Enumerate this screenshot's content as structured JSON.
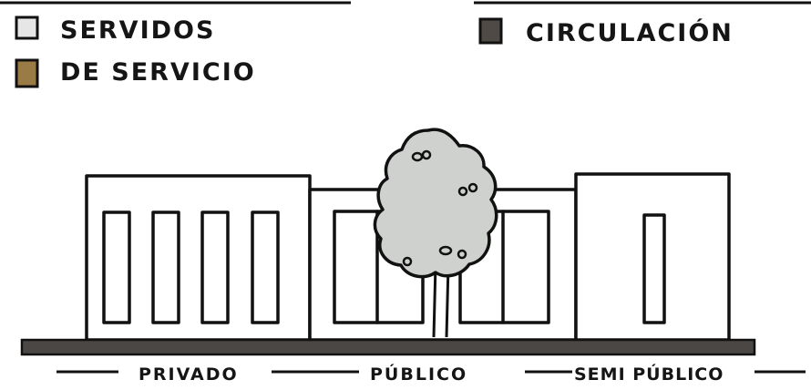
{
  "legend": {
    "items": [
      {
        "label": "SERVIDOS",
        "color": "#e6e6e6"
      },
      {
        "label": "DE SERVICIO",
        "color": "#9a7a45"
      },
      {
        "label": "CIRCULACIÓN",
        "color": "#4f4a45"
      }
    ]
  },
  "zones": {
    "private_label": "PRIVADO",
    "public_label": "PÚBLICO",
    "semi_public_label": "SEMI PÚBLICO"
  },
  "colors": {
    "ink": "#111111",
    "ground": "#4a4744",
    "tree_foliage": "#cfd1cf"
  }
}
